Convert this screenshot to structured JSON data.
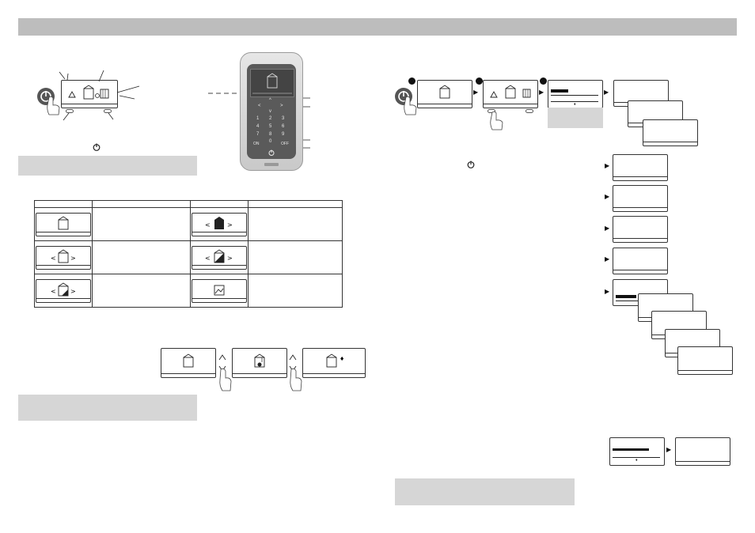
{
  "doc": {
    "header_bar": "",
    "left_heading": "",
    "left_subheading": "",
    "right_heading": ""
  },
  "icons": {
    "power": "power-icon",
    "warning": "warning-icon",
    "house": "house-icon",
    "door": "door-icon",
    "up": "^",
    "down": "v",
    "left": "<",
    "right": ">",
    "play": "▶"
  },
  "keypad": {
    "keys": [
      "1",
      "2",
      "3",
      "4",
      "5",
      "6",
      "7",
      "8",
      "9",
      "0"
    ],
    "on": "ON",
    "off": "OFF"
  },
  "steps": [
    "1",
    "2",
    "3"
  ],
  "colors": {
    "bar": "#bdbdbd",
    "panel": "#d6d6d6",
    "ink": "#222222"
  }
}
